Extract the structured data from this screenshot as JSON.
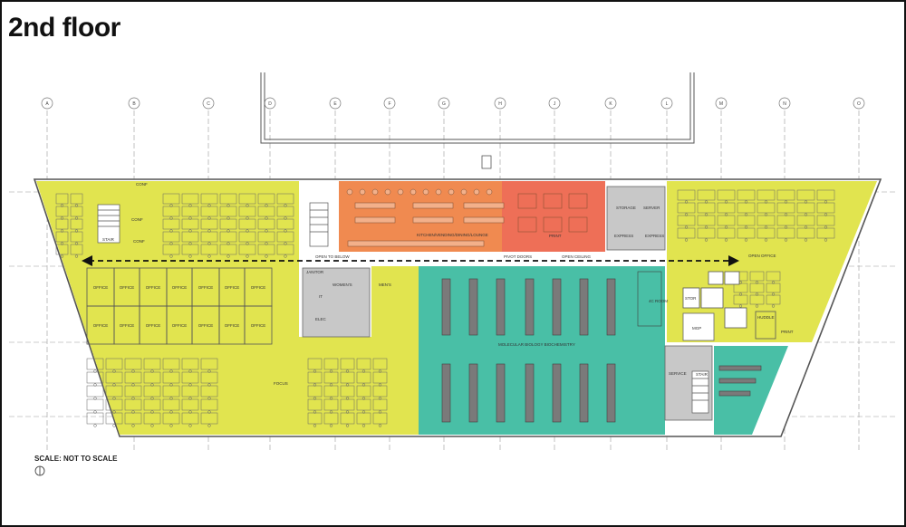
{
  "title": "2nd floor",
  "scale_note": "SCALE: NOT TO SCALE",
  "colors": {
    "office_zone": "#e1e44f",
    "lab_zone": "#49bfa6",
    "kitchen_zone": "#f08a50",
    "print_zone": "#ee6f57",
    "support_zone": "#c8c8c8",
    "corridor_arrow": "#111111"
  },
  "grid_columns": [
    "A",
    "B",
    "C",
    "D",
    "E",
    "F",
    "G",
    "H",
    "J",
    "K",
    "L",
    "M",
    "N",
    "O"
  ],
  "rooms": {
    "stair_left": "STAIR",
    "conf_1": "CONF",
    "conf_2": "CONF",
    "conf_3": "CONF",
    "office": "OFFICE",
    "kitchen": "KITCHEN/VENDING/DINING/LOUNGE",
    "print": "PRINT",
    "storage": "STORAGE",
    "server": "SERVER",
    "express_1": "EXPRESS",
    "express_2": "EXPRESS",
    "open_to_below": "OPEN TO BELOW",
    "pivot_doors": "PIVOT DOORS",
    "open_ceiling": "OPEN CEILING",
    "open_office": "OPEN OFFICE",
    "womens": "WOMEN'S",
    "mens": "MEN'S",
    "janitor": "JANITOR",
    "it": "IT",
    "elec": "ELEC",
    "lab": "MOLECULAR BIOLOGY BIOCHEMISTRY",
    "cold_room": "4C ROOM",
    "mgp": "MGP",
    "stor": "STOR",
    "huddle": "HUDDLE",
    "service": "SERVICE",
    "stair_right": "STAIR",
    "focus": "FOCUS",
    "print_right": "PRINT"
  }
}
